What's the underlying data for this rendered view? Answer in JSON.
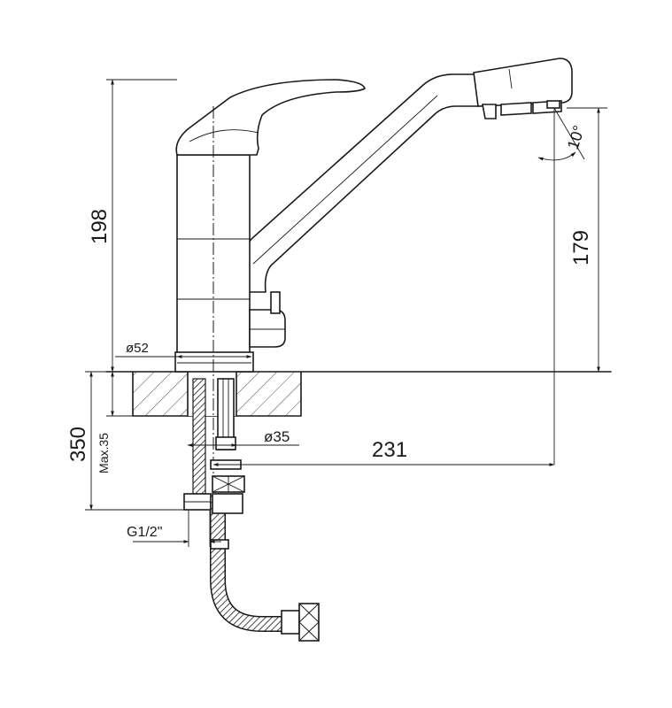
{
  "dimensions": {
    "total_height": "198",
    "spout_height": "179",
    "spout_angle": "10°",
    "body_diameter": "ø52",
    "mounting_hole": "ø35",
    "spout_reach": "231",
    "hose_length": "350",
    "max_counter": "Max.35",
    "thread_size": "G1/2\""
  }
}
